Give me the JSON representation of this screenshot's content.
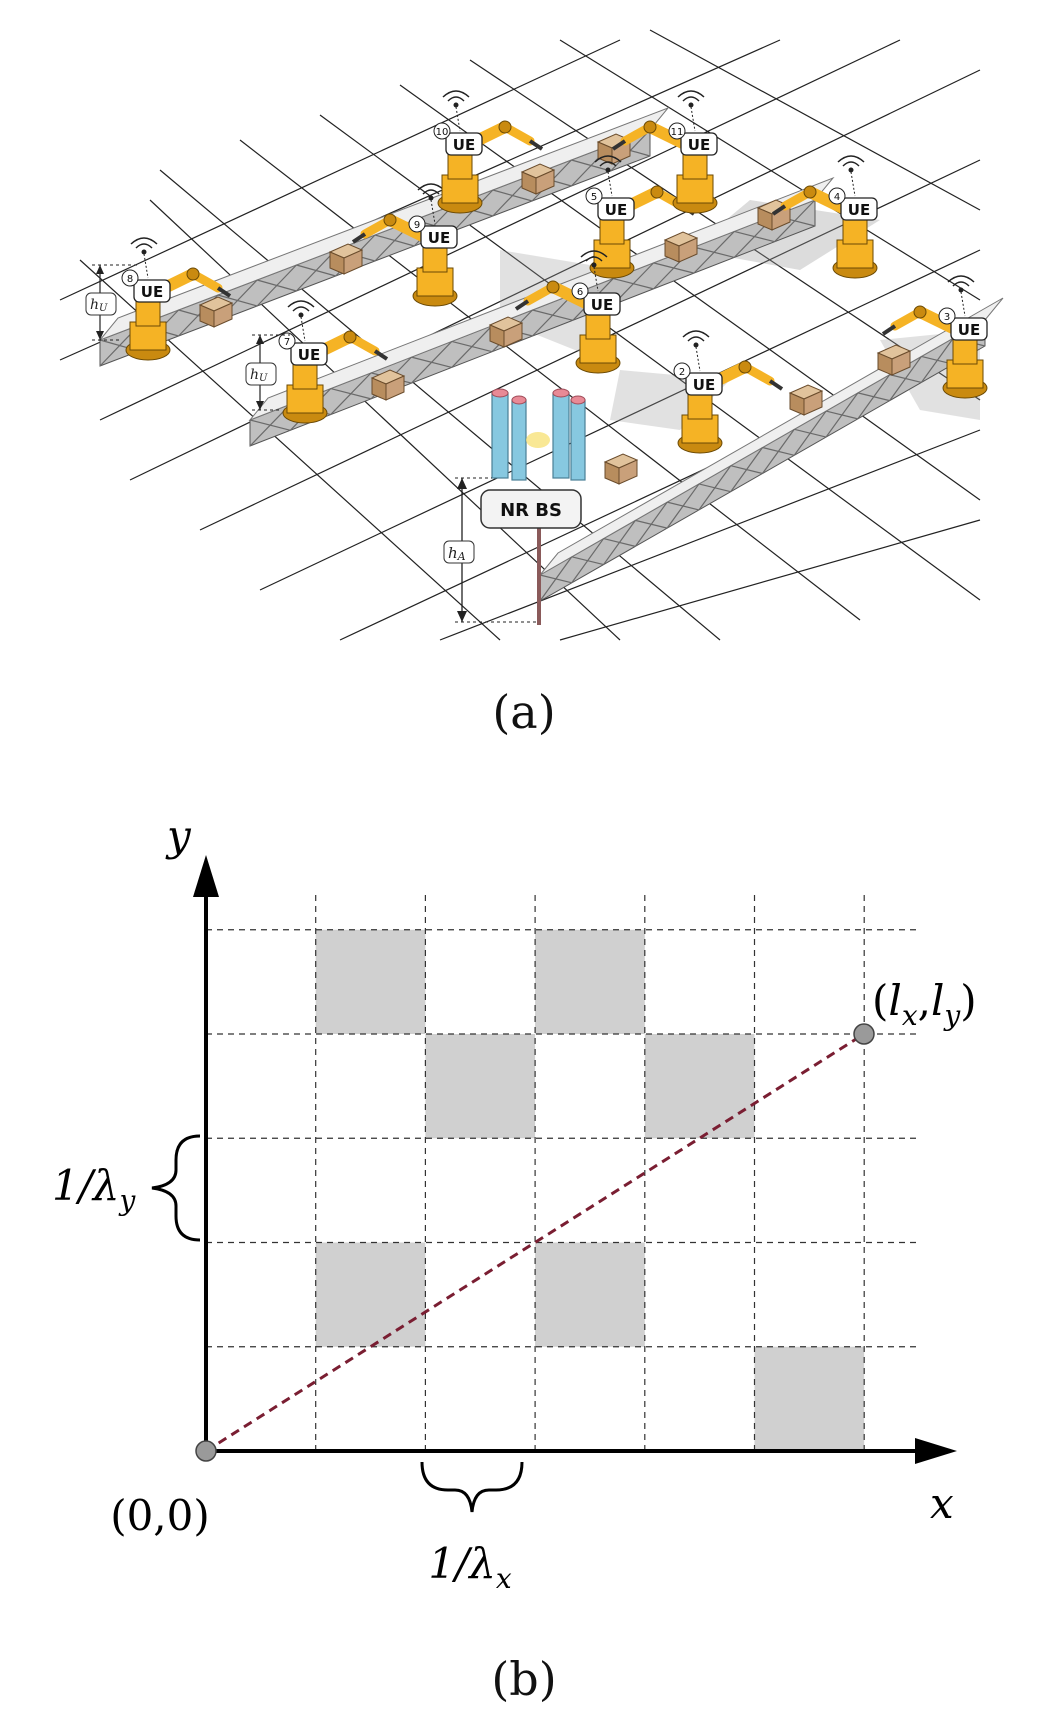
{
  "panel_a": {
    "caption": "(a)",
    "bs_label": "NR BS",
    "antenna_height_label": "h",
    "antenna_height_sub": "A",
    "ue_height_label": "h",
    "ue_height_sub": "U",
    "ue_label": "UE",
    "ues": [
      {
        "id": "2",
        "label": "UE"
      },
      {
        "id": "3",
        "label": "UE"
      },
      {
        "id": "4",
        "label": "UE"
      },
      {
        "id": "5",
        "label": "UE"
      },
      {
        "id": "6",
        "label": "UE"
      },
      {
        "id": "7",
        "label": "UE"
      },
      {
        "id": "8",
        "label": "UE"
      },
      {
        "id": "9",
        "label": "UE"
      },
      {
        "id": "10",
        "label": "UE"
      },
      {
        "id": "11",
        "label": "UE"
      }
    ],
    "colors": {
      "robot": "#f5b325",
      "robot_dark": "#c98a10",
      "box": "#c8a27a",
      "conveyor": "#cfcfcf",
      "antenna": "#87c8e0",
      "antenna_cap": "#e88a96"
    }
  },
  "panel_b": {
    "caption": "(b)",
    "x_axis_label": "x",
    "y_axis_label": "y",
    "origin_label": "(0,0)",
    "endpoint_label_open": "(",
    "endpoint_lx": "l",
    "endpoint_lx_sub": "x",
    "endpoint_comma": ",",
    "endpoint_ly": "l",
    "endpoint_ly_sub": "y",
    "endpoint_label_close": ")",
    "x_spacing_label": "1/λ",
    "x_spacing_sub": "x",
    "y_spacing_label": "1/λ",
    "y_spacing_sub": "y",
    "grid_cols": 6,
    "grid_rows": 5,
    "shaded_cells": [
      [
        1,
        0
      ],
      [
        3,
        0
      ],
      [
        2,
        1
      ],
      [
        4,
        1
      ],
      [
        1,
        3
      ],
      [
        3,
        3
      ],
      [
        5,
        4
      ]
    ],
    "colors": {
      "shade": "#d0d0d0",
      "path": "#7a1e32",
      "grid": "#333333",
      "axis": "#000000",
      "point": "#9a9a9a"
    }
  }
}
